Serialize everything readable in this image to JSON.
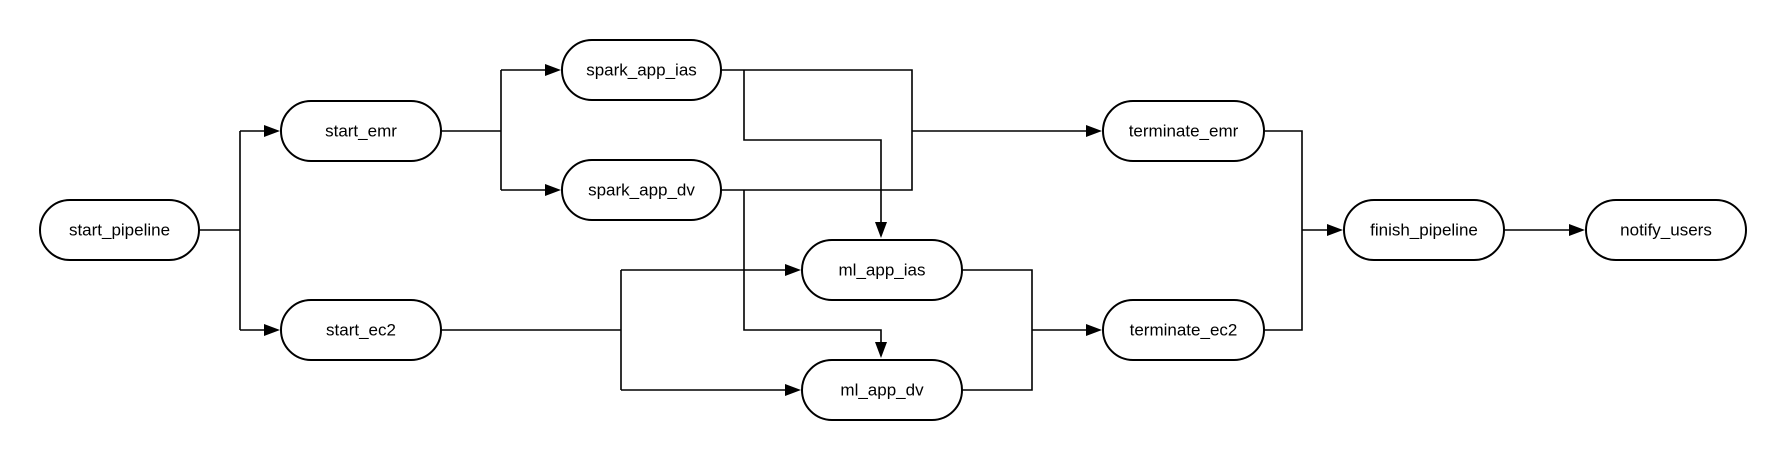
{
  "diagram": {
    "nodes": {
      "start_pipeline": "start_pipeline",
      "start_emr": "start_emr",
      "start_ec2": "start_ec2",
      "spark_app_ias": "spark_app_ias",
      "spark_app_dv": "spark_app_dv",
      "ml_app_ias": "ml_app_ias",
      "ml_app_dv": "ml_app_dv",
      "terminate_emr": "terminate_emr",
      "terminate_ec2": "terminate_ec2",
      "finish_pipeline": "finish_pipeline",
      "notify_users": "notify_users"
    },
    "colors": {
      "stroke": "#000000",
      "fill": "#ffffff"
    }
  }
}
